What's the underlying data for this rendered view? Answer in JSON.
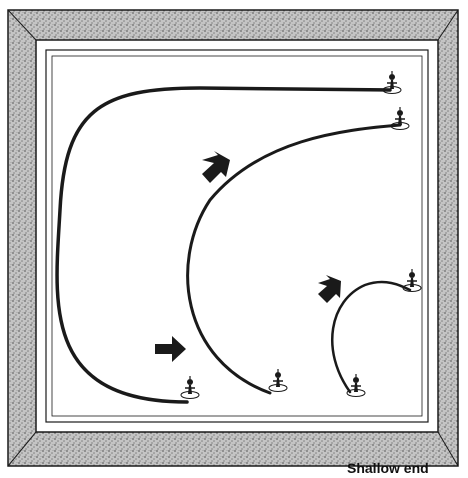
{
  "caption": "Shallow end",
  "colors": {
    "ink": "#1a1a1a",
    "frame": "#9a9a9a",
    "pool_floor": "#ffffff",
    "background": "#ffffff"
  },
  "icons": {
    "swimmer": "swimmer-figure-icon",
    "arrow": "direction-arrow-icon"
  },
  "counts": {
    "paths": 3,
    "swimmers": 6,
    "arrows": 3
  }
}
